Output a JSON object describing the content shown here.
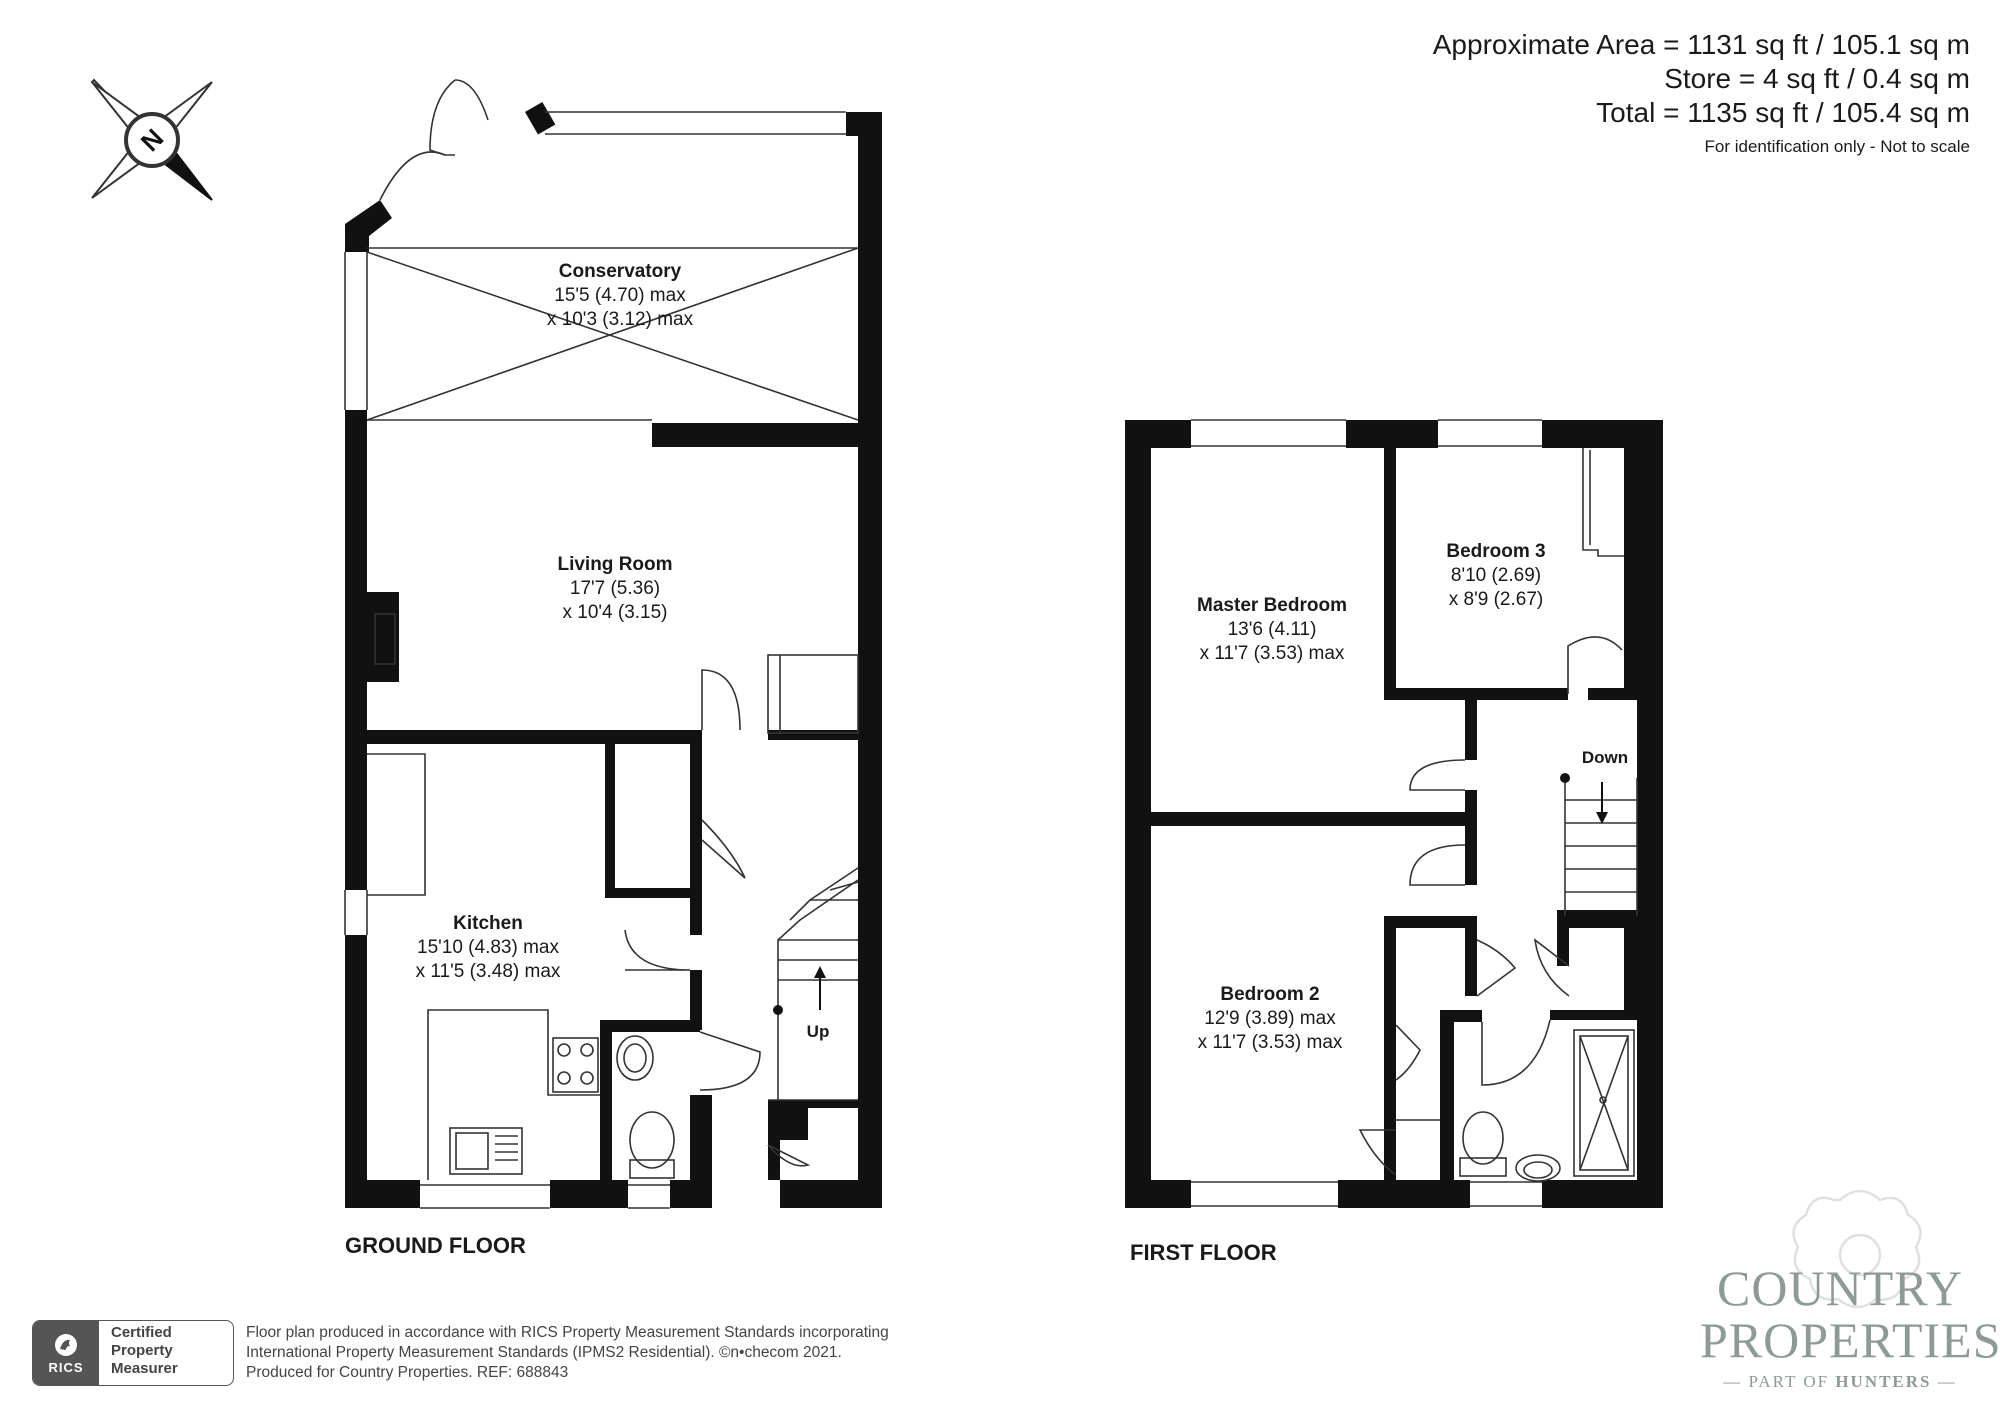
{
  "area": {
    "approx": "Approximate Area = 1131 sq ft / 105.1 sq m",
    "store": "Store = 4 sq ft / 0.4 sq m",
    "total": "Total = 1135 sq ft / 105.4 sq m",
    "note": "For identification only - Not to scale"
  },
  "compass": {
    "letter": "N",
    "icon": "compass-north-icon"
  },
  "ground_floor": {
    "label": "GROUND FLOOR",
    "stairs_label": "Up",
    "rooms": [
      {
        "name": "Conservatory",
        "dim1": "15'5 (4.70) max",
        "dim2": "x 10'3 (3.12) max"
      },
      {
        "name": "Living Room",
        "dim1": "17'7 (5.36)",
        "dim2": "x 10'4 (3.15)"
      },
      {
        "name": "Kitchen",
        "dim1": "15'10 (4.83) max",
        "dim2": "x 11'5 (3.48) max"
      }
    ]
  },
  "first_floor": {
    "label": "FIRST FLOOR",
    "stairs_label": "Down",
    "rooms": [
      {
        "name": "Master Bedroom",
        "dim1": "13'6 (4.11)",
        "dim2": "x 11'7 (3.53) max"
      },
      {
        "name": "Bedroom 3",
        "dim1": "8'10 (2.69)",
        "dim2": "x 8'9 (2.67)"
      },
      {
        "name": "Bedroom 2",
        "dim1": "12'9 (3.89) max",
        "dim2": "x 11'7 (3.53) max"
      }
    ]
  },
  "footer": {
    "line1": "Floor plan produced in accordance with RICS Property Measurement Standards incorporating",
    "line2": "International Property Measurement Standards (IPMS2 Residential).   ©n•checom 2021.",
    "line3": "Produced for Country Properties.   REF: 688843"
  },
  "rics": {
    "abbr": "RICS",
    "line1": "Certified",
    "line2": "Property",
    "line3": "Measurer"
  },
  "brand": {
    "line1": "COUNTRY",
    "line2": "PROPERTIES",
    "tag_prefix": "PART OF",
    "tag_name": "HUNTERS"
  },
  "colors": {
    "wall": "#111111",
    "text": "#1a1a1a",
    "brand": "#8e9a96",
    "badge": "#555555"
  }
}
